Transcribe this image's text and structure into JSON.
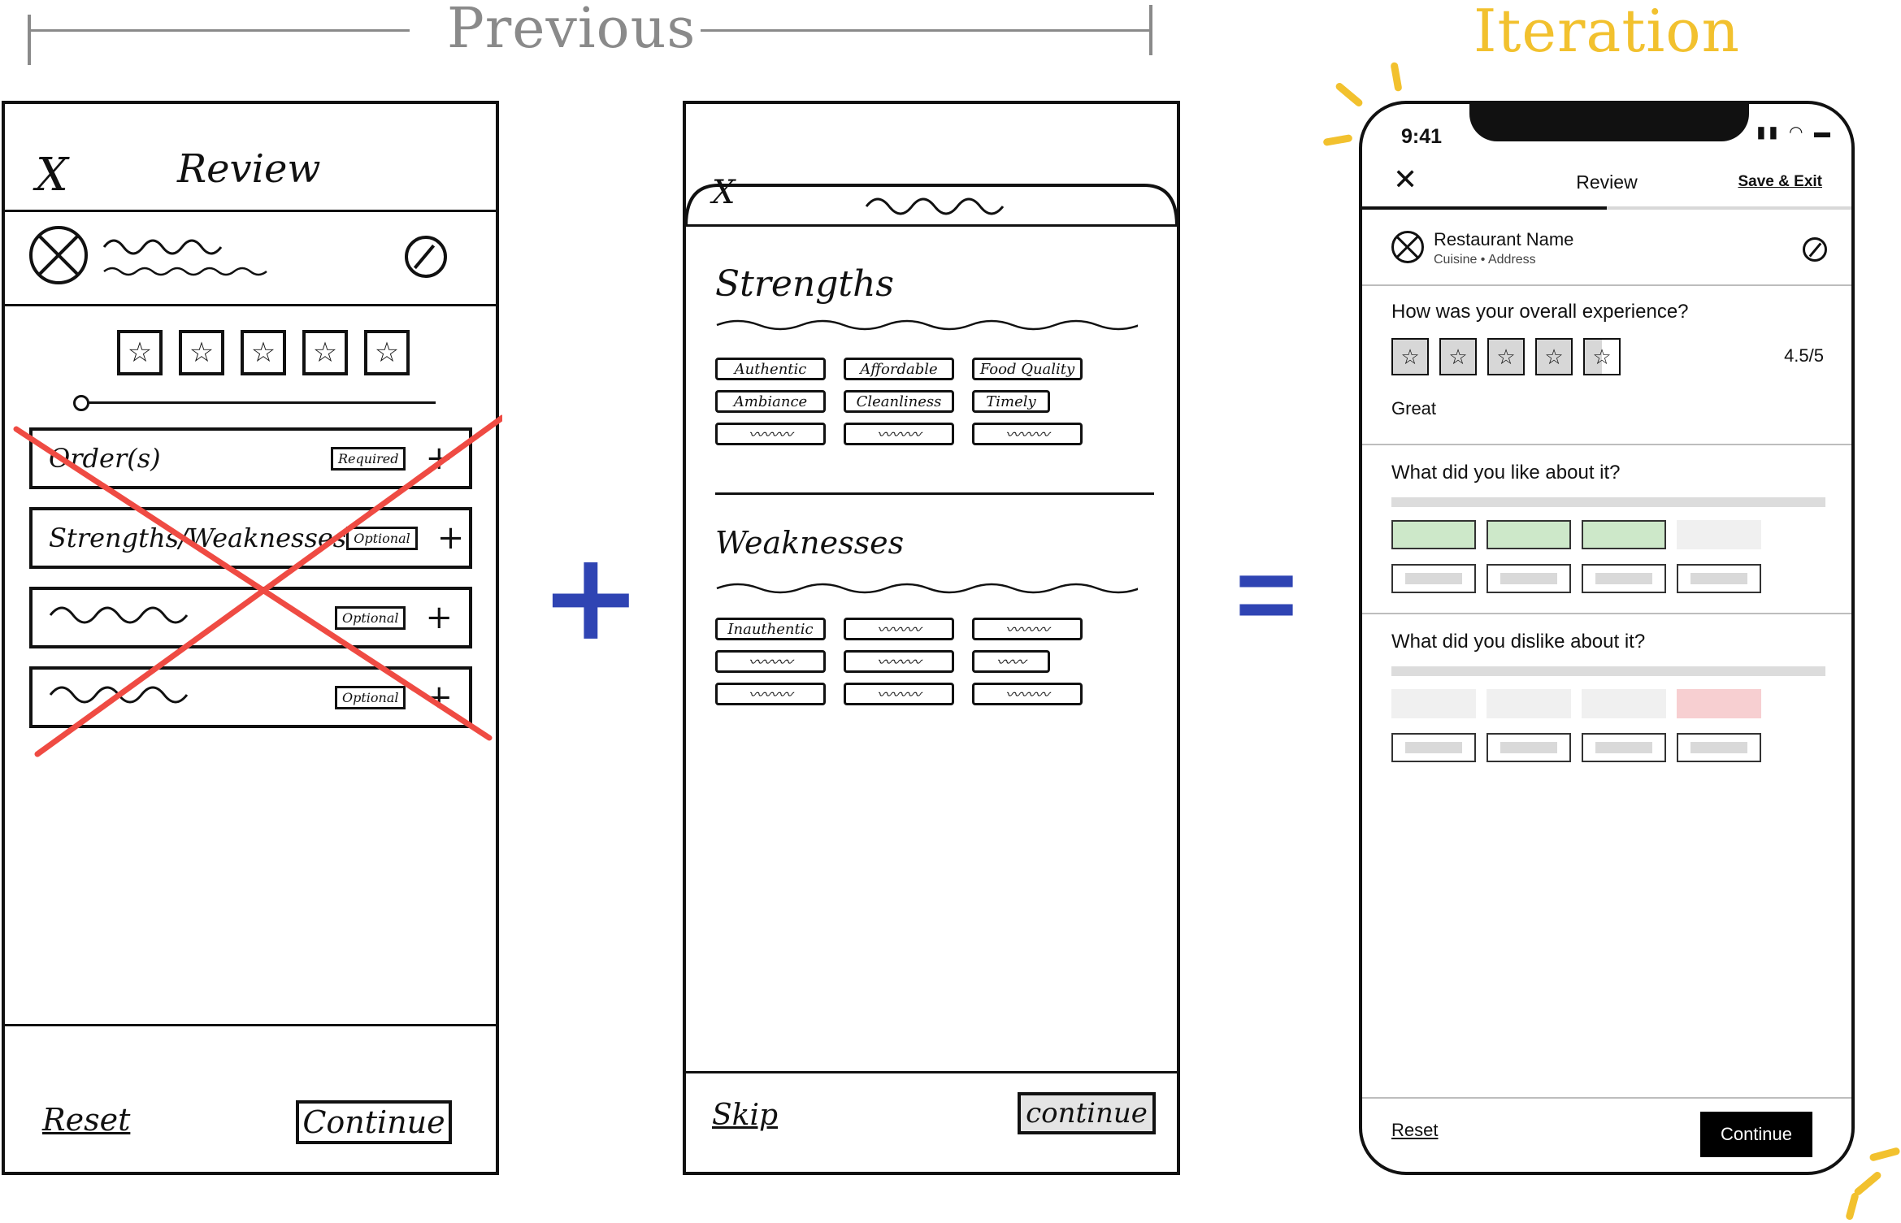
{
  "headings": {
    "previous": "Previous",
    "iteration": "Iteration"
  },
  "operators": {
    "plus": "+",
    "equals": "="
  },
  "colors": {
    "sketch_operator": "#2f44b3",
    "iteration_accent": "#f2c12e",
    "strike_through": "#ef4b43",
    "like_chip": "#cde8c9",
    "dislike_chip": "#f7cfd1"
  },
  "wireframe1": {
    "close_glyph": "X",
    "title": "Review",
    "rows": [
      {
        "label": "Order(s)",
        "tag": "Required",
        "plus": "+"
      },
      {
        "label": "Strengths/Weaknesses",
        "tag": "Optional",
        "plus": "+"
      },
      {
        "label": "",
        "tag": "Optional",
        "plus": "+"
      },
      {
        "label": "",
        "tag": "Optional",
        "plus": "+"
      }
    ],
    "reset": "Reset",
    "continue": "Continue",
    "crossed_out": true
  },
  "wireframe2": {
    "close_glyph": "X",
    "strengths_title": "Strengths",
    "strengths": [
      "Authentic",
      "Affordable",
      "Food Quality",
      "Ambiance",
      "Cleanliness",
      "Timely"
    ],
    "weaknesses_title": "Weaknesses",
    "weaknesses": [
      "Inauthentic"
    ],
    "skip": "Skip",
    "continue": "continue"
  },
  "phone": {
    "status_time": "9:41",
    "status_icons": "▮▮ ◠ ▬",
    "close_glyph": "✕",
    "title": "Review",
    "save_exit": "Save & Exit",
    "progress": 0.5,
    "restaurant_name": "Restaurant Name",
    "restaurant_meta": "Cuisine • Address",
    "q_overall": "How was your overall experience?",
    "star_glyph": "☆",
    "rating": 4.5,
    "score_text": "4.5/5",
    "score_label": "Great",
    "q_like": "What did you like about it?",
    "q_dislike": "What did you dislike about it?",
    "reset": "Reset",
    "continue": "Continue"
  }
}
